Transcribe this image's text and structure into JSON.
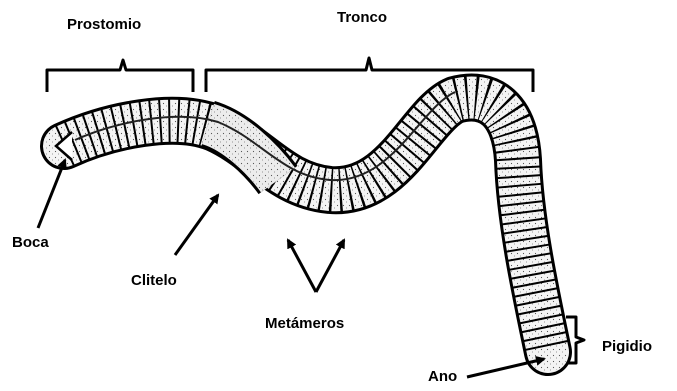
{
  "labels": {
    "prostomio": "Prostomio",
    "tronco": "Tronco",
    "boca": "Boca",
    "clitelo": "Clitelo",
    "metameros": "Metámeros",
    "pigidio": "Pigidio",
    "ano": "Ano"
  },
  "colors": {
    "ink": "#000000",
    "background": "#ffffff",
    "clitellum": "#ececec"
  }
}
